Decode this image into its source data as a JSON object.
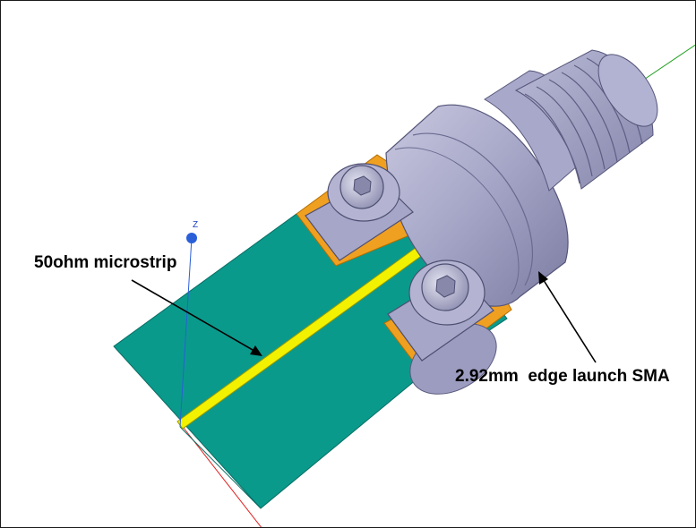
{
  "annotations": {
    "microstrip_label": "50ohm microstrip",
    "connector_label": "2.92mm  edge launch SMA"
  },
  "axis": {
    "z_label": "Z"
  },
  "colors": {
    "substrate": "#0a9a8c",
    "trace": "#f2f200",
    "pad": "#f0a020",
    "connector_metal": "#a6a6c8",
    "z_axis": "#2a5fd8",
    "x_axis": "#e02020",
    "y_axis": "#20a020"
  }
}
